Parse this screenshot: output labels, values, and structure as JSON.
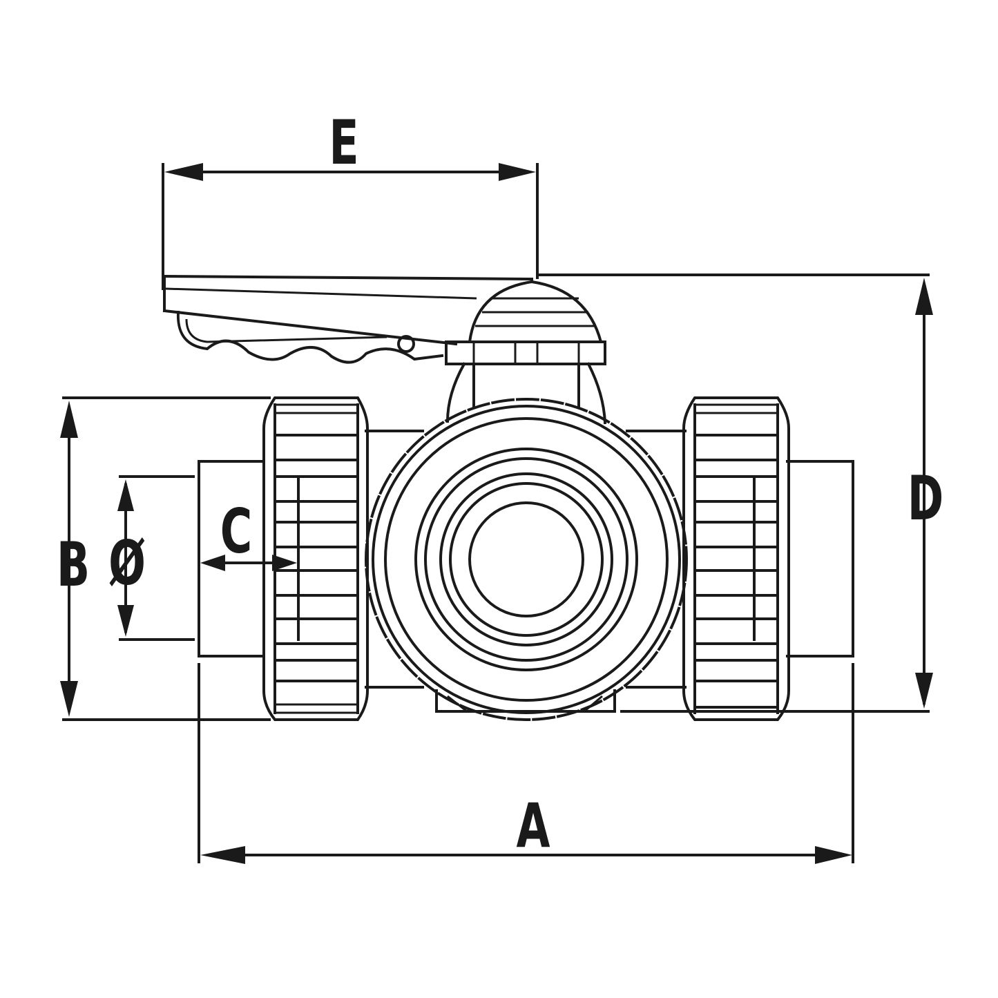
{
  "labels": {
    "a": "A",
    "b": "B",
    "phi": "Ø",
    "c": "C",
    "d": "D",
    "e": "E"
  },
  "colors": {
    "ink": "#1a1a1a",
    "background": "#ffffff"
  }
}
